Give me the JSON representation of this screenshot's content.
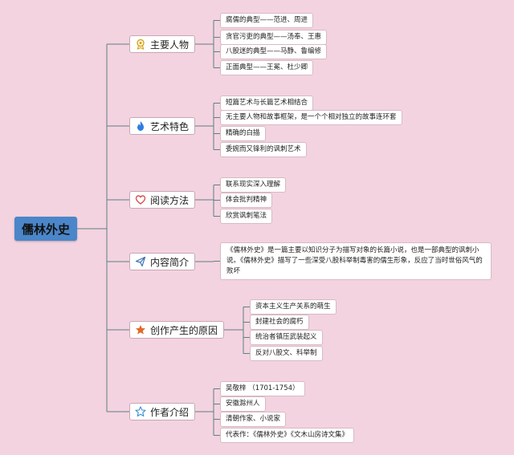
{
  "root": {
    "label": "儒林外史"
  },
  "branches": [
    {
      "label": "主要人物",
      "icon": "award-icon",
      "items": [
        "腐儒的典型——范进、周进",
        "贪官污吏的典型——汤奉、王惠",
        "八股迷的典型——马静、鲁编修",
        "正面典型——王冕、杜少卿"
      ]
    },
    {
      "label": "艺术特色",
      "icon": "flame-icon",
      "items": [
        "短篇艺术与长篇艺术相结合",
        "无主要人物和故事框架，是一个个相对独立的故事连环套",
        "精确的白描",
        "委婉而又锋利的讽刺艺术"
      ]
    },
    {
      "label": "阅读方法",
      "icon": "heart-icon",
      "items": [
        "联系现实深入理解",
        "体会批判精神",
        "欣赏讽刺笔法"
      ]
    },
    {
      "label": "内容简介",
      "icon": "send-icon",
      "items": [
        "《儒林外史》是一篇主要以知识分子为描写对象的长篇小说，也是一部典型的讽刺小说。《儒林外史》描写了一些深受八股科举制毒害的儒生形象，反应了当时世俗风气的败坏"
      ]
    },
    {
      "label": "创作产生的原因",
      "icon": "star-filled-icon",
      "items": [
        "资本主义生产关系的萌生",
        "封建社会的腐朽",
        "统治者镇压武装起义",
        "反对八股文、科举制"
      ]
    },
    {
      "label": "作者介绍",
      "icon": "star-outline-icon",
      "items": [
        "吴敬梓 （1701-1754）",
        "安徽滁州人",
        "清朝作家、小说家",
        "代表作：《儒林外史》《文木山房诗文集》"
      ]
    }
  ],
  "colors": {
    "background": "#f3d3df",
    "root": "#4a86c9",
    "line": "#5d7f86",
    "flame": "#2f7ee0",
    "heart": "#d9534f",
    "star": "#e06a28",
    "send": "#3b6fb4",
    "award": "#d9a419"
  }
}
